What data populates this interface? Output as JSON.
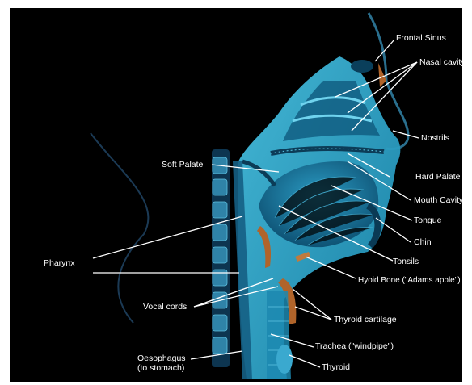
{
  "labels": {
    "frontal_sinus": "Frontal Sinus",
    "nasal_cavity": "Nasal cavity",
    "nostrils": "Nostrils",
    "soft_palate": "Soft Palate",
    "hard_palate": "Hard Palate",
    "mouth_cavity": "Mouth Cavity",
    "tongue": "Tongue",
    "chin": "Chin",
    "pharynx": "Pharynx",
    "tonsils": "Tonsils",
    "hyoid_bone": "Hyoid Bone (\"Adams apple\")",
    "vocal_cords": "Vocal cords",
    "thyroid_cartilage": "Thyroid cartilage",
    "trachea": "Trachea (\"windpipe\")",
    "oesophagus_line1": "Oesophagus",
    "oesophagus_line2": "(to stomach)",
    "thyroid": "Thyroid"
  },
  "colors": {
    "background": "#000000",
    "tissue_light": "#3fb6d8",
    "tissue_mid": "#1b7fa6",
    "tissue_dark": "#0b3e58",
    "cartilage": "#b0642a",
    "label_text": "#ffffff"
  }
}
